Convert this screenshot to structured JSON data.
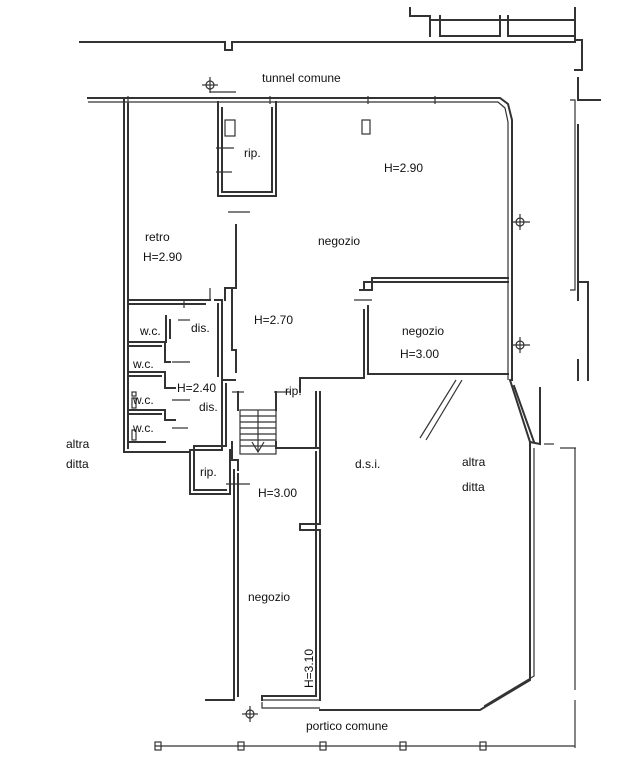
{
  "plan": {
    "labels": {
      "tunnel": "tunnel comune",
      "rip_top": "rip.",
      "h_main": "H=2.90",
      "retro": "retro",
      "retro_h": "H=2.90",
      "negozio_center": "negozio",
      "h_center": "H=2.70",
      "dis_upper": "dis.",
      "wc1": "w.c.",
      "wc2": "w.c.",
      "wc3": "w.c.",
      "wc4": "w.c.",
      "h_dis": "H=2.40",
      "dis_lower": "dis.",
      "rip_mid": "rip.",
      "negozio_right": "negozio",
      "h_right": "H=3.00",
      "altra_left": "altra",
      "ditta_left": "ditta",
      "dsi": "d.s.i.",
      "altra_right": "altra",
      "ditta_right": "ditta",
      "rip_low": "rip.",
      "h_low": "H=3.00",
      "negozio_low": "negozio",
      "h_vertical": "H=3.10",
      "portico": "portico comune"
    }
  }
}
